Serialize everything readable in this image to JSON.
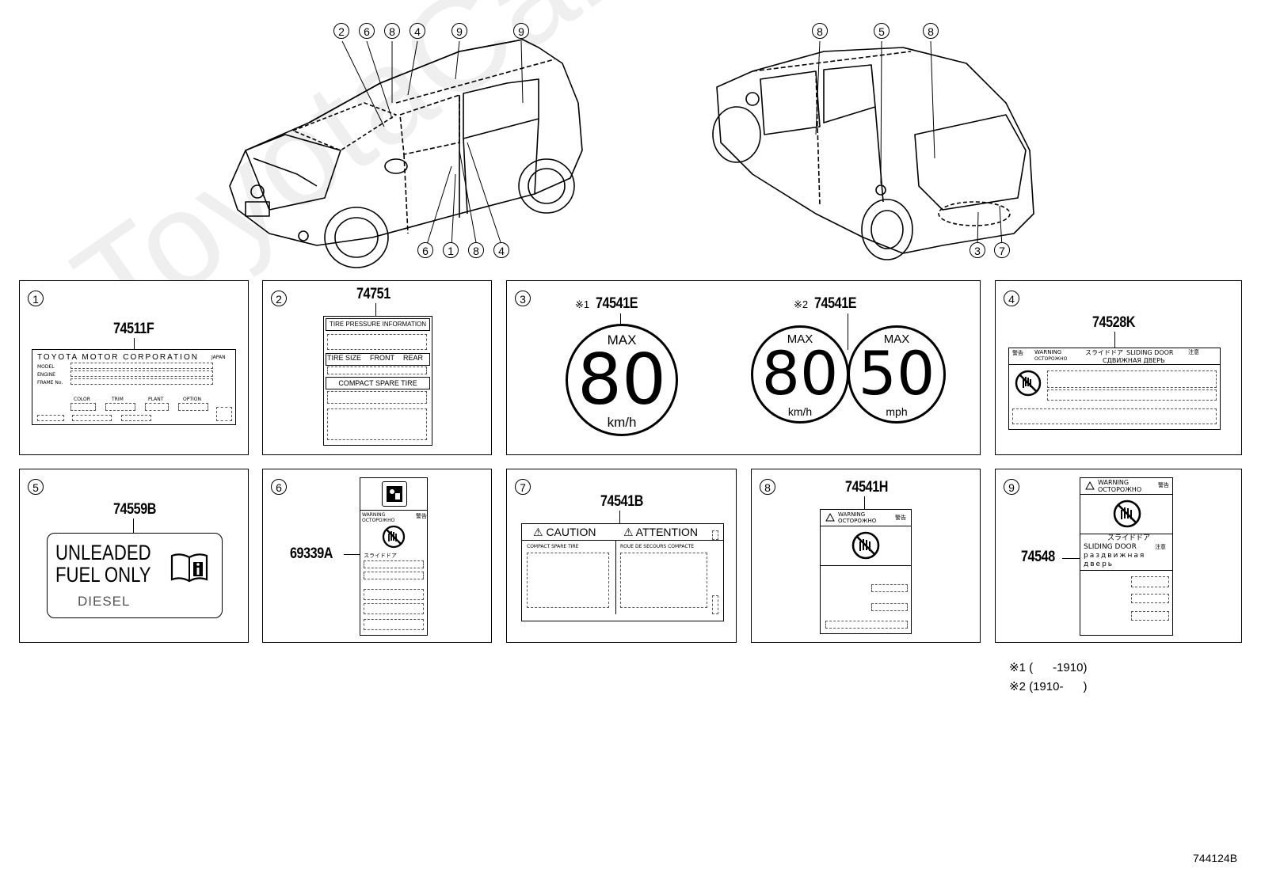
{
  "diagram_code": "744124B",
  "callouts_front": [
    "2",
    "6",
    "8",
    "4",
    "9",
    "9",
    "6",
    "1",
    "8",
    "4"
  ],
  "callouts_rear": [
    "8",
    "5",
    "8",
    "3",
    "7"
  ],
  "notes": [
    "※1 (      -1910)",
    "※2 (1910-      )"
  ],
  "panels": {
    "p1": {
      "num": "1",
      "part": "74511F",
      "label_title": "TOYOTA MOTOR CORPORATION",
      "label_country": "JAPAN",
      "label_rows": [
        "MODEL",
        "ENGINE",
        "FRAME No."
      ],
      "label_cols": [
        "COLOR",
        "TRIM",
        "PLANT",
        "OPTION"
      ]
    },
    "p2": {
      "num": "2",
      "part": "74751",
      "rows": [
        "TIRE PRESSURE INFORMATION",
        "TIRE SIZE",
        "FRONT",
        "REAR",
        "COMPACT SPARE TIRE"
      ]
    },
    "p3": {
      "num": "3",
      "part_a": "74541E",
      "note_a": "※1",
      "part_b": "74541E",
      "note_b": "※2",
      "max": "MAX",
      "v1": "80",
      "u1": "km/h",
      "v2": "80",
      "u2": "km/h",
      "v3": "50",
      "u3": "mph"
    },
    "p4": {
      "num": "4",
      "part": "74528K",
      "warn_jp": "警告",
      "warn": "WARNING",
      "warn_ru": "ОСТОРОЖНО",
      "head_jp": "スライドドア",
      "head": "SLIDING DOOR",
      "head_jp2": "注意",
      "head_ru": "СДВИЖНАЯ ДВЕРЬ"
    },
    "p5": {
      "num": "5",
      "part": "74559B",
      "line1": "UNLEADED",
      "line2": "FUEL ONLY",
      "line3": "DIESEL"
    },
    "p6": {
      "num": "6",
      "part": "69339A",
      "warn": "WARNING",
      "warn_ru": "ОСТОРОЖНО",
      "warn_jp": "警告",
      "sub": "スライドドア"
    },
    "p7": {
      "num": "7",
      "part": "74541B",
      "caution": "⚠ CAUTION",
      "attention": "⚠ ATTENTION",
      "left_head": "COMPACT SPARE TIRE",
      "right_head": "ROUE DE SECOURS COMPACTE"
    },
    "p8": {
      "num": "8",
      "part": "74541H",
      "warn": "WARNING",
      "warn_ru": "ОСТОРОЖНО",
      "warn_jp": "警告"
    },
    "p9": {
      "num": "9",
      "part": "74548",
      "warn": "WARNING",
      "warn_ru": "ОСТОРОЖНО",
      "warn_jp": "警告",
      "l1": "スライドドア",
      "l2": "SLIDING DOOR",
      "l2b": "注意",
      "l3": "раздвижная",
      "l4": "дверь"
    }
  },
  "watermark": "ToyotaCarMirror.ru"
}
